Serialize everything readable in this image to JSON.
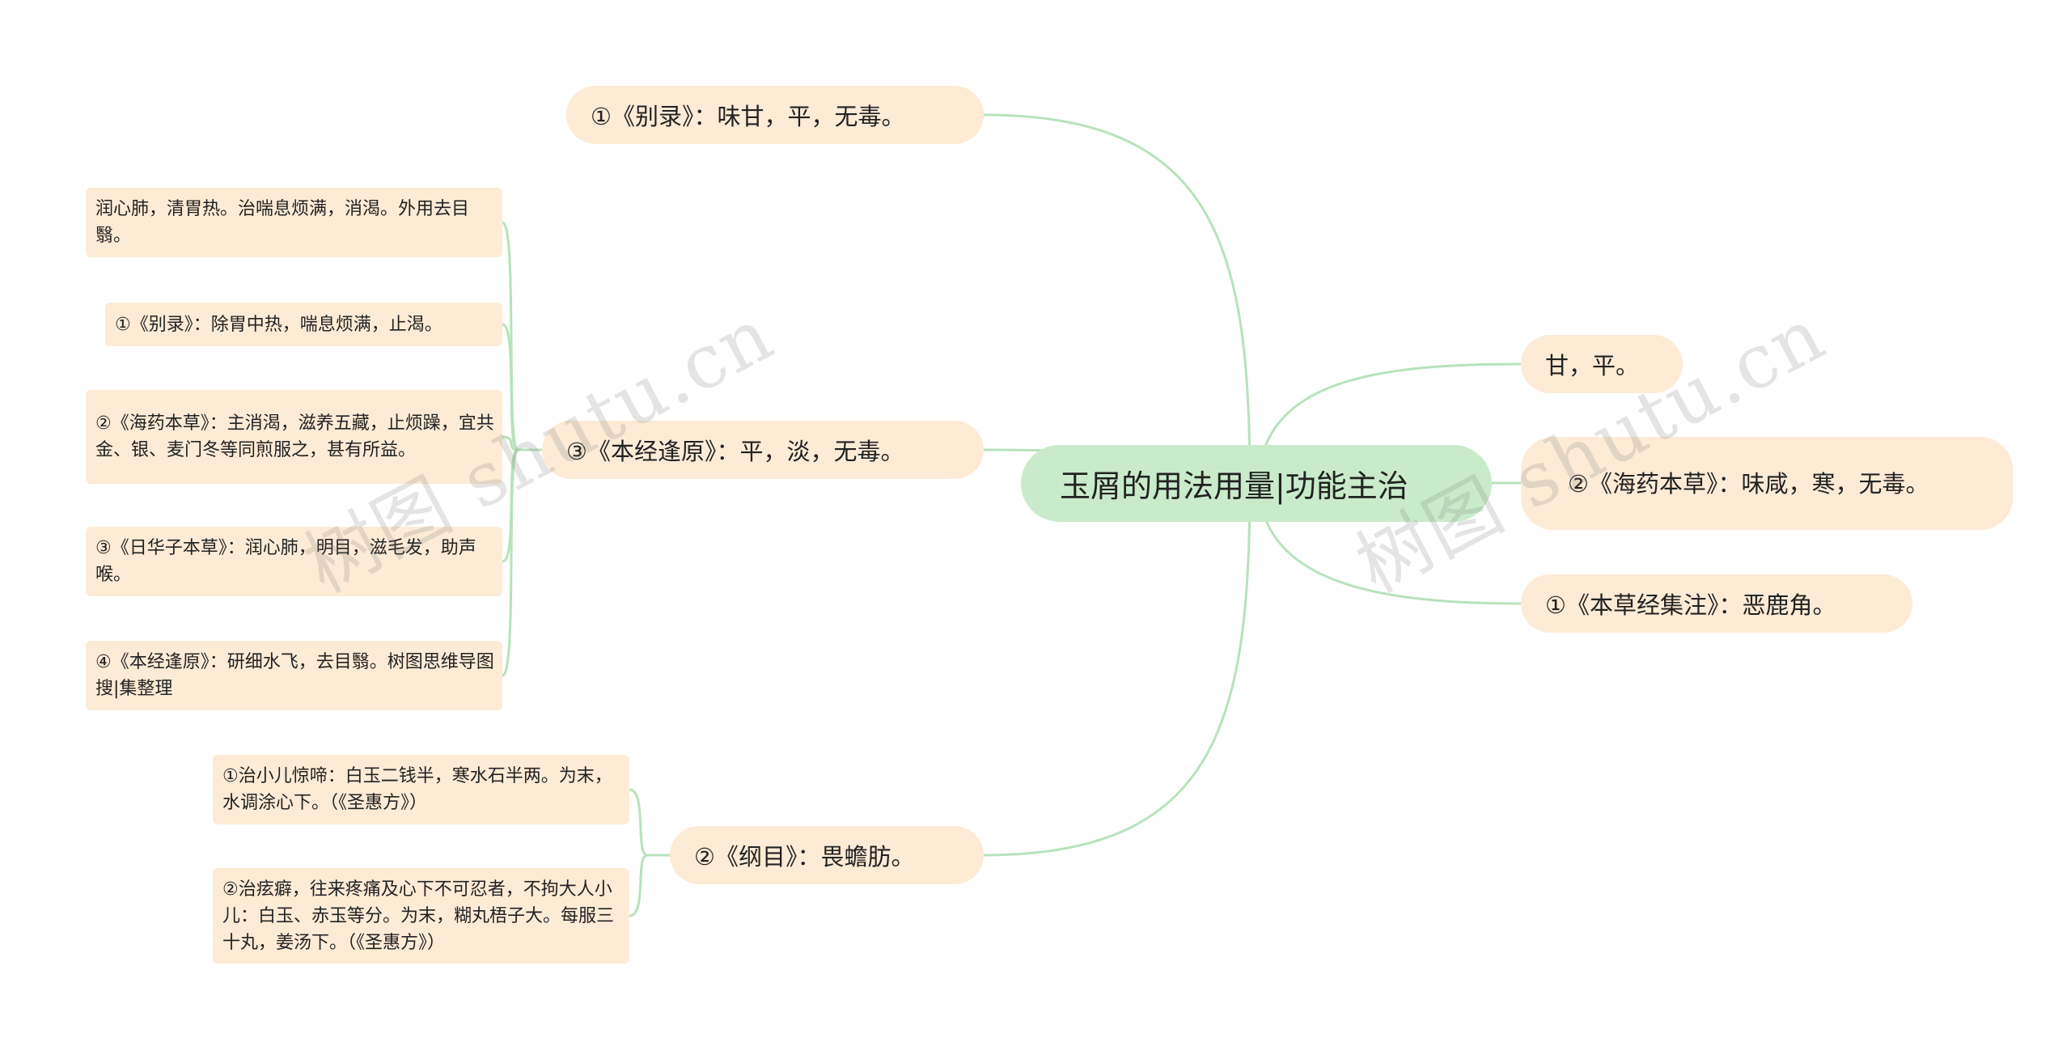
{
  "center": {
    "label": "玉屑的用法用量|功能主治"
  },
  "right": [
    {
      "label": "甘，平。"
    },
    {
      "label": "②《海药本草》：味咸，寒，无毒。"
    },
    {
      "label": "①《本草经集注》：恶鹿角。"
    }
  ],
  "left": [
    {
      "label": "①《别录》：味甘，平，无毒。"
    },
    {
      "label": "③《本经逢原》：平，淡，无毒。",
      "children": [
        {
          "label": "润心肺，清胃热。治喘息烦满，消渴。外用去目翳。"
        },
        {
          "label": "①《别录》：除胃中热，喘息烦满，止渴。"
        },
        {
          "label": "②《海药本草》：主消渴，滋养五藏，止烦躁，宜共金、银、麦门冬等同煎服之，甚有所益。"
        },
        {
          "label": "③《日华子本草》：润心肺，明目，滋毛发，助声喉。"
        },
        {
          "label": "④《本经逢原》：研细水飞，去目翳。树图思维导图搜|集整理"
        }
      ]
    },
    {
      "label": "②《纲目》：畏蟾肪。",
      "children": [
        {
          "label": "①治小儿惊啼：白玉二钱半，寒水石半两。为末，水调涂心下。（《圣惠方》）"
        },
        {
          "label": "②治痃癖，往来疼痛及心下不可忍者，不拘大人小儿：白玉、赤玉等分。为末，糊丸梧子大。每服三十丸，姜汤下。（《圣惠方》）"
        }
      ]
    }
  ],
  "watermark": {
    "text": "树图 shutu.cn"
  },
  "colors": {
    "center_bg": "#c9ebcb",
    "node_bg": "#fdebd5",
    "link": "#b7e2bb"
  }
}
